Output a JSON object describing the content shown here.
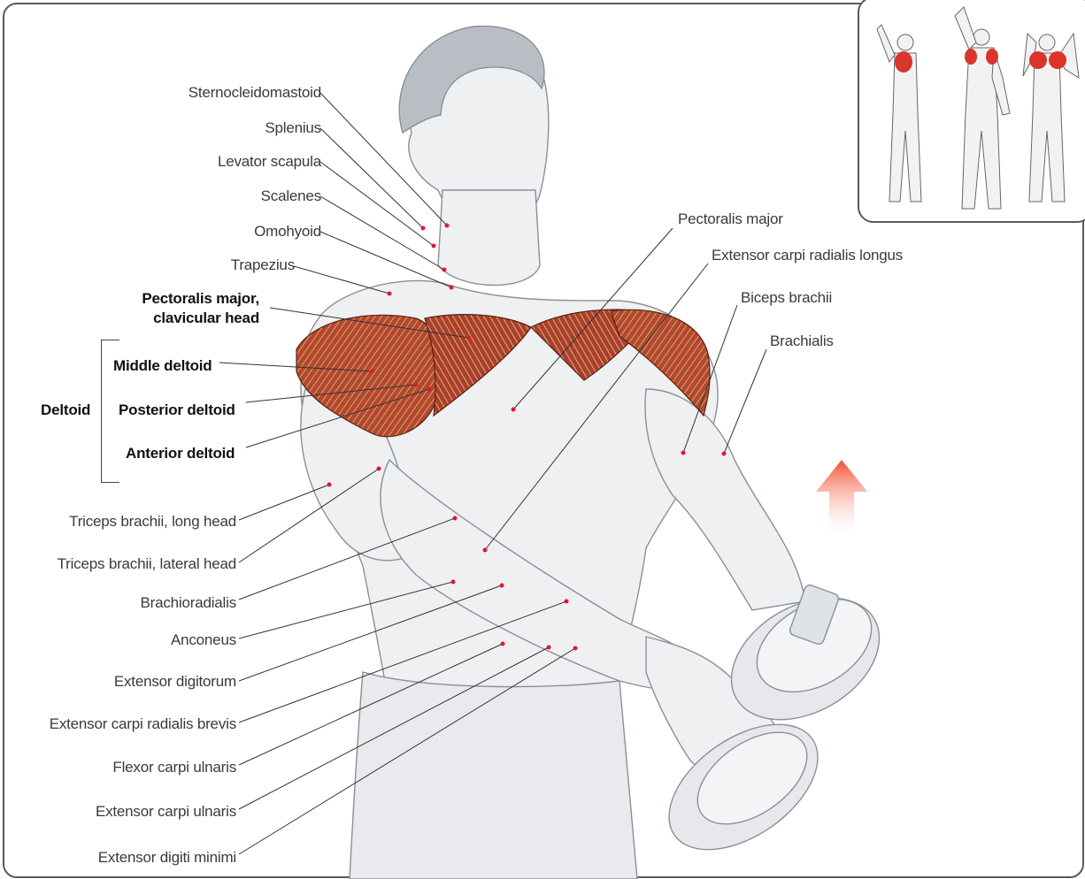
{
  "labels_left": [
    {
      "id": "sternocleidomastoid",
      "text": "Sternocleidomastoid",
      "bold": false
    },
    {
      "id": "splenius",
      "text": "Splenius",
      "bold": false
    },
    {
      "id": "levator-scapula",
      "text": "Levator scapula",
      "bold": false
    },
    {
      "id": "scalenes",
      "text": "Scalenes",
      "bold": false
    },
    {
      "id": "omohyoid",
      "text": "Omohyoid",
      "bold": false
    },
    {
      "id": "trapezius",
      "text": "Trapezius",
      "bold": false
    },
    {
      "id": "pec-clav-1",
      "text": "Pectoralis major,",
      "bold": true
    },
    {
      "id": "pec-clav-2",
      "text": "clavicular head",
      "bold": true
    },
    {
      "id": "middle-deltoid",
      "text": "Middle deltoid",
      "bold": true
    },
    {
      "id": "posterior-deltoid",
      "text": "Posterior deltoid",
      "bold": true
    },
    {
      "id": "anterior-deltoid",
      "text": "Anterior deltoid",
      "bold": true
    },
    {
      "id": "triceps-long",
      "text": "Triceps brachii, long head",
      "bold": false
    },
    {
      "id": "triceps-lateral",
      "text": "Triceps brachii, lateral head",
      "bold": false
    },
    {
      "id": "brachioradialis",
      "text": "Brachioradialis",
      "bold": false
    },
    {
      "id": "anconeus",
      "text": "Anconeus",
      "bold": false
    },
    {
      "id": "extensor-digitorum",
      "text": "Extensor digitorum",
      "bold": false
    },
    {
      "id": "ecr-brevis",
      "text": "Extensor carpi radialis brevis",
      "bold": false
    },
    {
      "id": "flexor-carpi-ulnaris",
      "text": "Flexor carpi ulnaris",
      "bold": false
    },
    {
      "id": "extensor-carpi-ulnaris",
      "text": "Extensor carpi ulnaris",
      "bold": false
    },
    {
      "id": "extensor-digiti-minimi",
      "text": "Extensor digiti minimi",
      "bold": false
    }
  ],
  "group_label": "Deltoid",
  "labels_right": [
    {
      "id": "pectoralis-major",
      "text": "Pectoralis major"
    },
    {
      "id": "ecr-longus",
      "text": "Extensor carpi radialis longus"
    },
    {
      "id": "biceps-brachii",
      "text": "Biceps brachii"
    },
    {
      "id": "brachialis",
      "text": "Brachialis"
    }
  ],
  "colors": {
    "muscle_highlight": "#9e3b22",
    "muscle_light": "#d7805e",
    "leader_dot": "#e0192b",
    "arrow": "#f05a3c",
    "line": "#333333",
    "skin_shade": "#c9cfd6"
  },
  "icons": [
    "up-arrow-icon",
    "body-inset-figures"
  ]
}
